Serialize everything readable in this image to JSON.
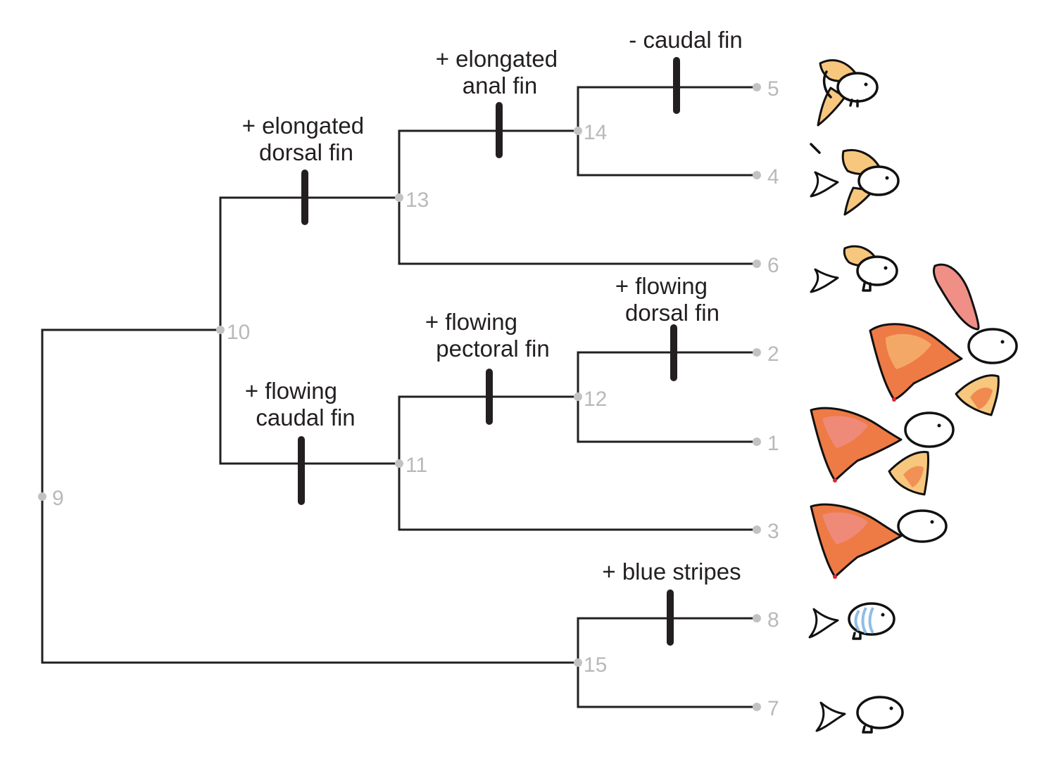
{
  "nodes": {
    "n1": "1",
    "n2": "2",
    "n3": "3",
    "n4": "4",
    "n5": "5",
    "n6": "6",
    "n7": "7",
    "n8": "8",
    "n9": "9",
    "n10": "10",
    "n11": "11",
    "n12": "12",
    "n13": "13",
    "n14": "14",
    "n15": "15"
  },
  "traits": {
    "elongated_dorsal": [
      "+ elongated",
      "dorsal fin"
    ],
    "elongated_anal": [
      "+ elongated",
      "anal fin"
    ],
    "caudal_minus": [
      "- caudal fin"
    ],
    "flowing_caudal": [
      "+ flowing",
      "caudal fin"
    ],
    "flowing_pectoral": [
      "+ flowing",
      "pectoral fin"
    ],
    "flowing_dorsal": [
      "+ flowing",
      "dorsal fin"
    ],
    "blue_stripes": [
      "+ blue stripes"
    ]
  },
  "colors": {
    "branch": "#231f20",
    "node": "#c2c2c2",
    "fin_yellow": "#f7c77e",
    "fin_orange": "#ee7a45",
    "fin_pink": "#ef8f86",
    "stripe_blue": "#8fbde6",
    "tail_red": "#d8262e"
  },
  "icons": [
    "fish-5-icon",
    "fish-4-icon",
    "fish-6-icon",
    "fish-2-icon",
    "fish-1-icon",
    "fish-3-icon",
    "fish-8-icon",
    "fish-7-icon"
  ]
}
